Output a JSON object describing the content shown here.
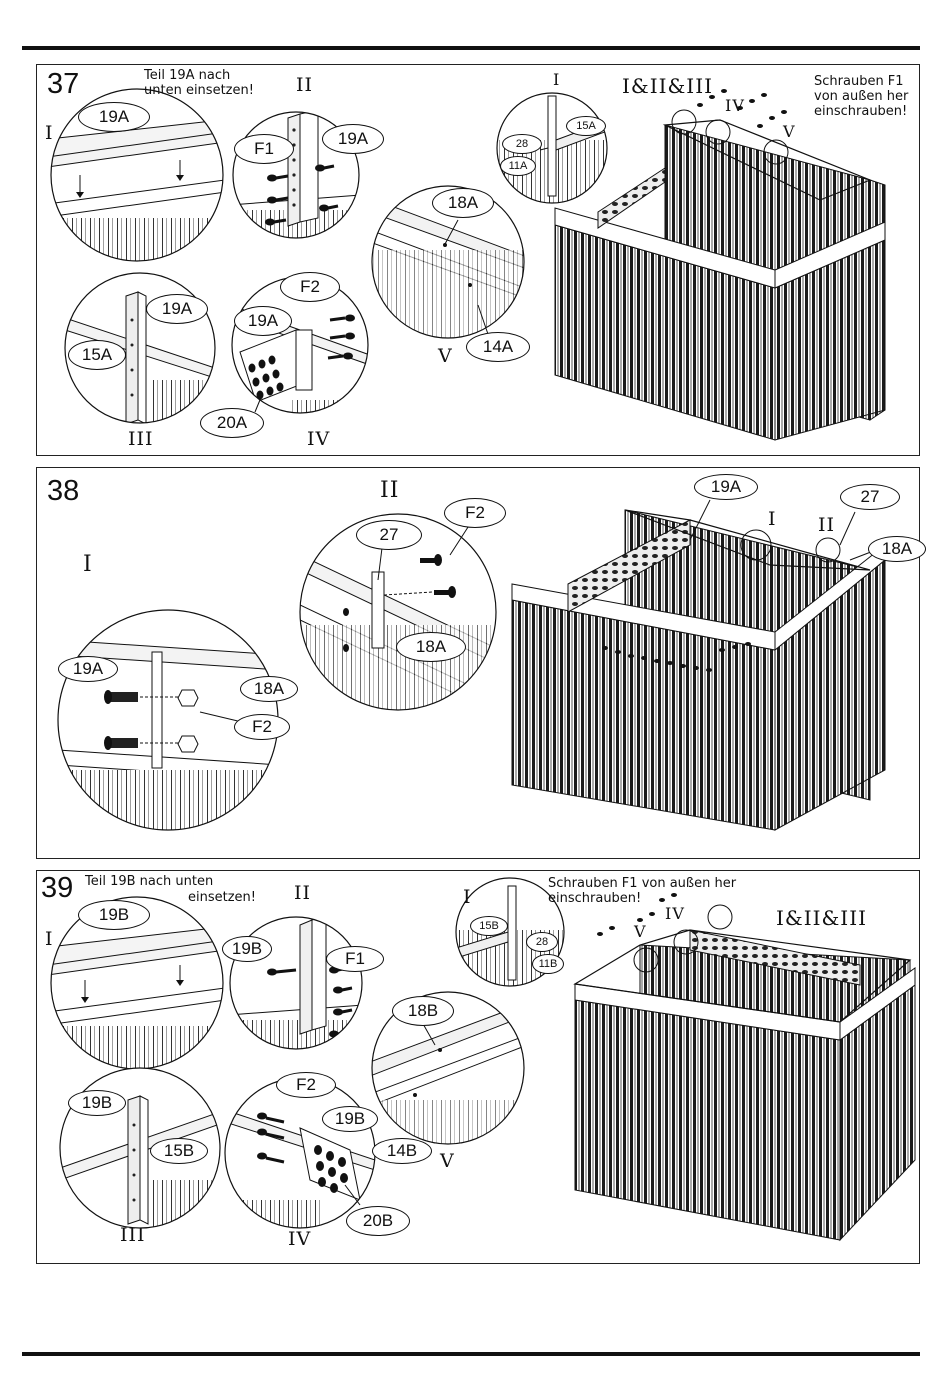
{
  "step37": {
    "number": "37",
    "note_left": "Teil 19A nach\nunten einsetzen!",
    "note_right": "Schrauben F1\nvon außen her\neinschrauben!",
    "callouts": {
      "i": "I",
      "ii": "II",
      "iii": "III",
      "iv": "IV",
      "v": "V",
      "i_small": "I",
      "all": "I&II&III",
      "iv_main": "IV",
      "v_main": "V"
    },
    "labels": {
      "l19a_1": "19A",
      "f1": "F1",
      "l19a_2": "19A",
      "l18a": "18A",
      "l19a_3": "19A",
      "l15a": "15A",
      "f2": "F2",
      "l19a_4": "19A",
      "l14a": "14A",
      "l20a": "20A",
      "l28": "28",
      "l15a_s": "15A",
      "l11a": "11A"
    }
  },
  "step38": {
    "number": "38",
    "callouts": {
      "i": "I",
      "ii": "II",
      "i_main": "I",
      "ii_main": "II"
    },
    "labels": {
      "l19a": "19A",
      "l18a": "18A",
      "f2": "F2",
      "l27": "27",
      "f2_b": "F2",
      "l18a_b": "18A",
      "l19a_main": "19A",
      "l27_main": "27",
      "l18a_main": "18A"
    }
  },
  "step39": {
    "number": "39",
    "note_left": "Teil 19B nach unten",
    "note_left2": "einsetzen!",
    "note_right": "Schrauben F1 von außen her\neinschrauben!",
    "callouts": {
      "i": "I",
      "ii": "II",
      "iii": "III",
      "iv": "IV",
      "v": "V",
      "i_small": "I",
      "all": "I&II&III",
      "iv_main": "IV",
      "v_main": "V"
    },
    "labels": {
      "l19b_1": "19B",
      "l19b_2": "19B",
      "f1": "F1",
      "l18b": "18B",
      "l19b_3": "19B",
      "l15b": "15B",
      "f2": "F2",
      "l19b_4": "19B",
      "l14b": "14B",
      "l20b": "20B",
      "l15b_s": "15B",
      "l28": "28",
      "l11b": "11B"
    }
  }
}
